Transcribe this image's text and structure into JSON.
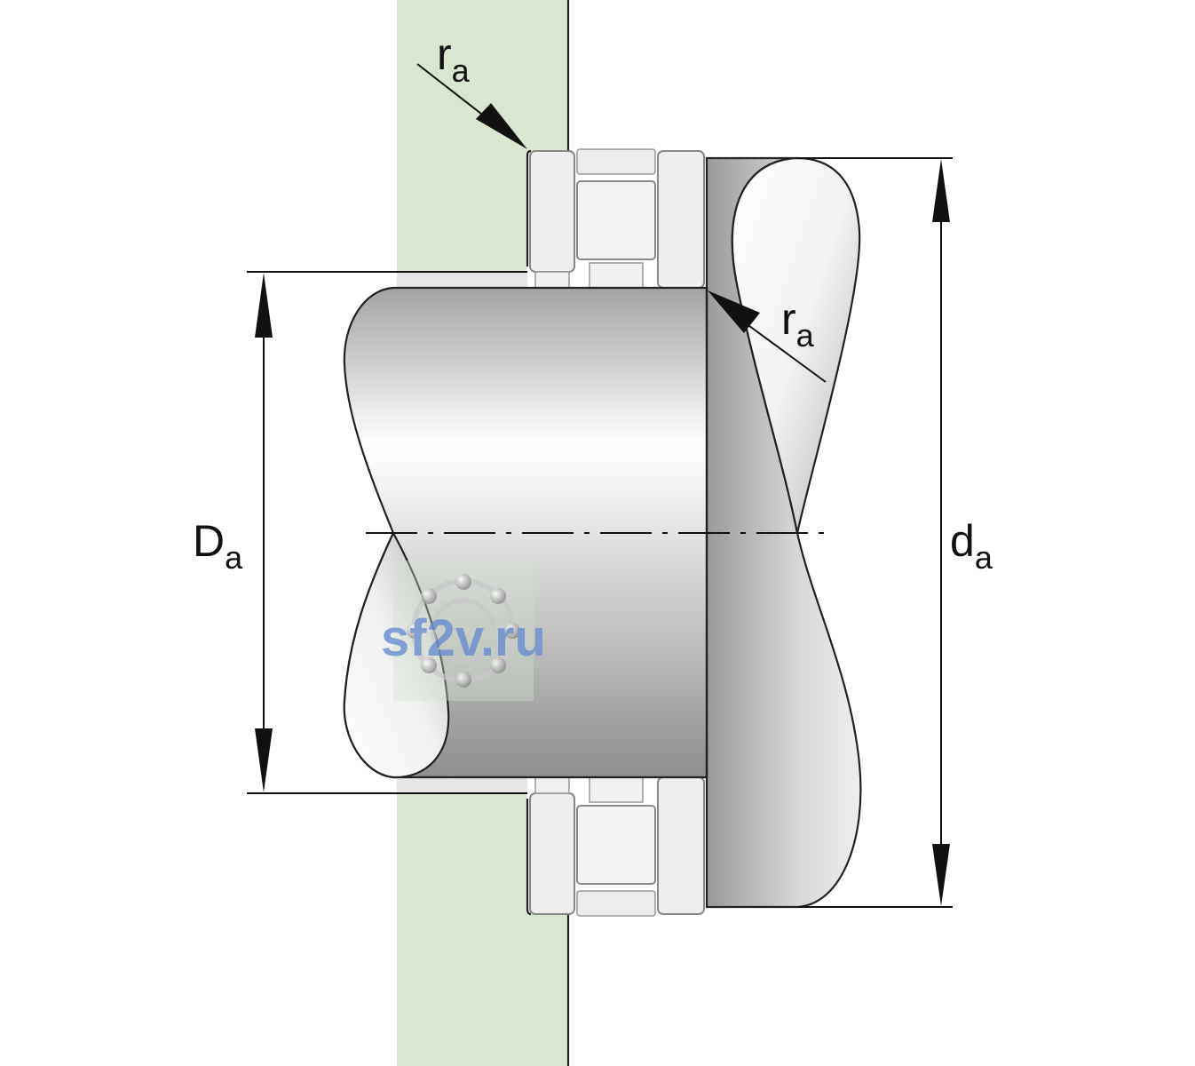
{
  "labels": {
    "ra_top": {
      "main": "r",
      "sub": "a"
    },
    "ra_right": {
      "main": "r",
      "sub": "a"
    },
    "Da": {
      "main": "D",
      "sub": "a"
    },
    "da": {
      "main": "d",
      "sub": "a"
    }
  },
  "watermark": {
    "text": "sf2v.ru"
  },
  "colors": {
    "housing": "#d9e6d0",
    "ring": "#eeeeee",
    "roller": "#f2f2f2",
    "metal_dark": "#9c9c9c",
    "metal_light": "#ffffff",
    "watermark_text": "#6f93cf",
    "line": "#111111"
  }
}
